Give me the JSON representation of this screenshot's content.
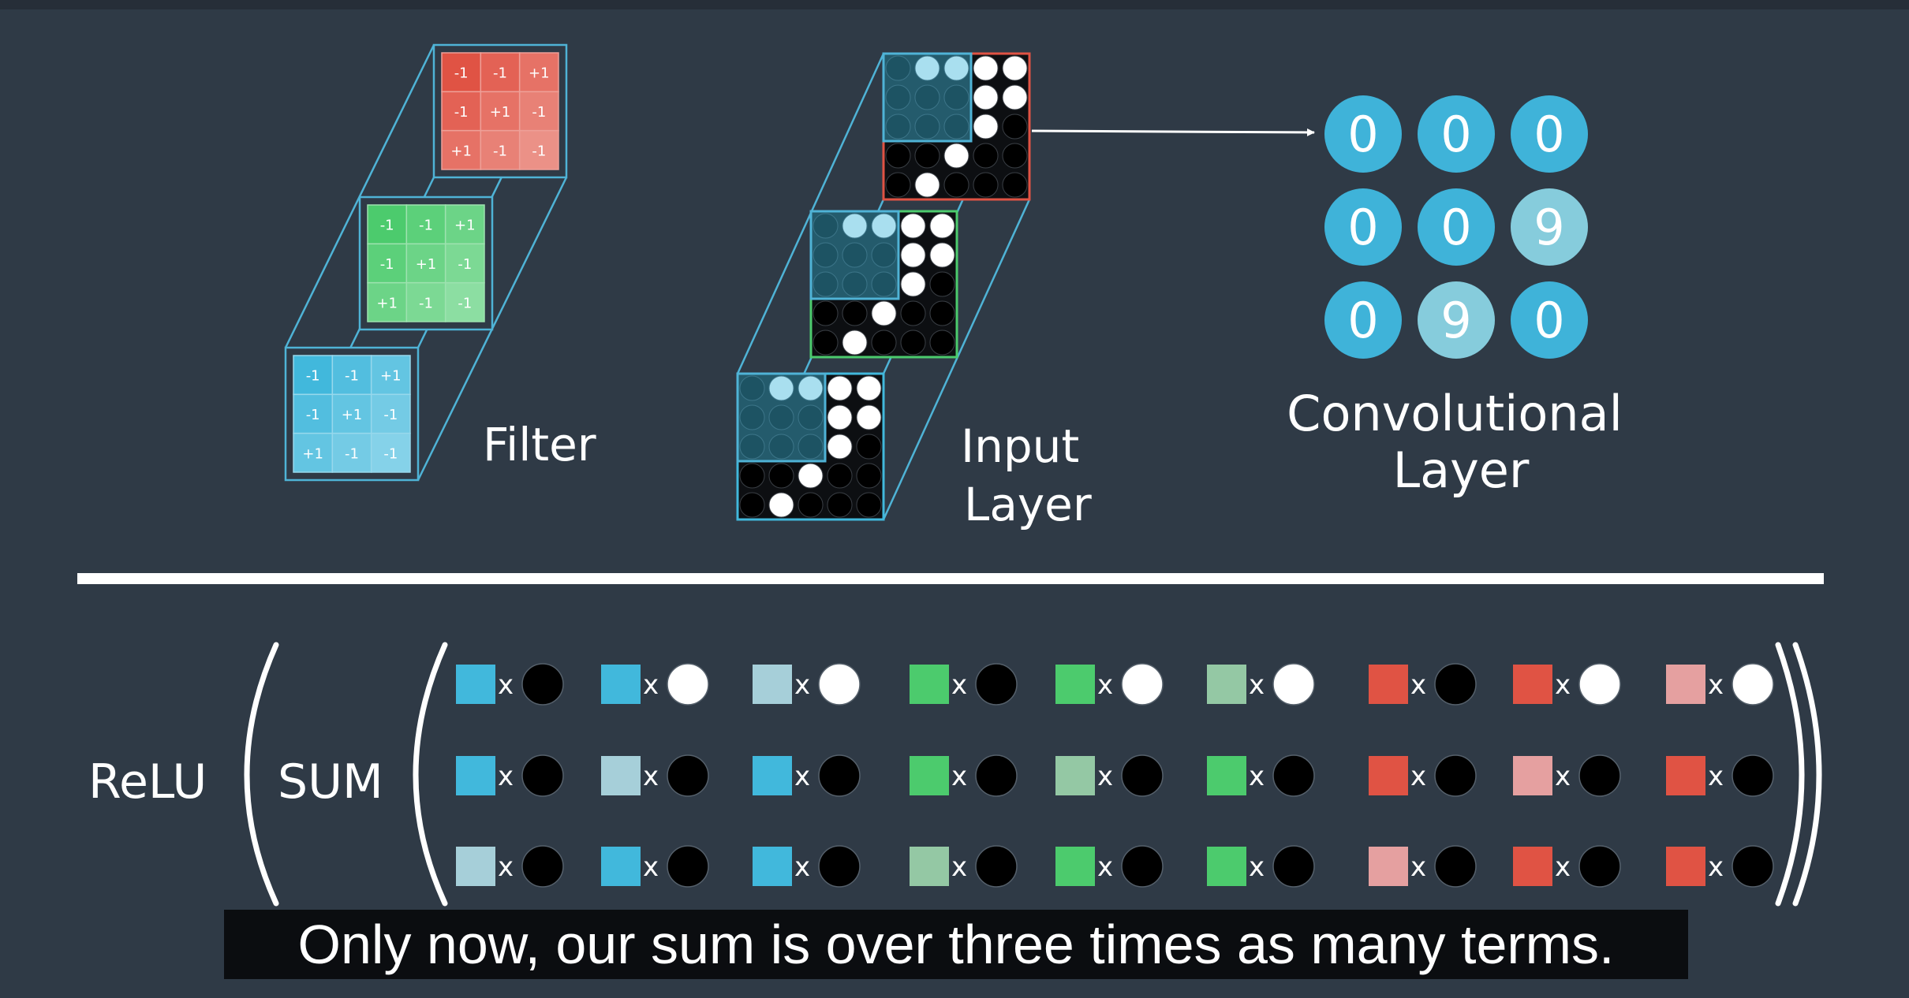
{
  "labels": {
    "filter": "Filter",
    "input_line1": "Input",
    "input_line2": "Layer",
    "conv_line1": "Convolutional",
    "conv_line2": "Layer",
    "relu": "ReLU",
    "sum": "SUM",
    "times": "x"
  },
  "caption": "Only now, our sum is over three times as many terms.",
  "colors": {
    "background": "#2f3a46",
    "blue": "#41b8dc",
    "green": "#4ccb6d",
    "red": "#e05344",
    "blue_light": "#a6cfd9",
    "green_light": "#94c8a4",
    "red_light": "#e5a0a0"
  },
  "filter": {
    "channels": [
      {
        "name": "red",
        "values": [
          [
            "-1",
            "-1",
            "+1"
          ],
          [
            "-1",
            "+1",
            "-1"
          ],
          [
            "+1",
            "-1",
            "-1"
          ]
        ]
      },
      {
        "name": "green",
        "values": [
          [
            "-1",
            "-1",
            "+1"
          ],
          [
            "-1",
            "+1",
            "-1"
          ],
          [
            "+1",
            "-1",
            "-1"
          ]
        ]
      },
      {
        "name": "blue",
        "values": [
          [
            "-1",
            "-1",
            "+1"
          ],
          [
            "-1",
            "+1",
            "-1"
          ],
          [
            "+1",
            "-1",
            "-1"
          ]
        ]
      }
    ]
  },
  "input_layer": {
    "pixels": [
      [
        0,
        1,
        1,
        1,
        1
      ],
      [
        0,
        0,
        0,
        1,
        1
      ],
      [
        0,
        0,
        0,
        1,
        0
      ],
      [
        0,
        0,
        1,
        0,
        0
      ],
      [
        0,
        1,
        0,
        0,
        0
      ]
    ]
  },
  "convolutional_layer": {
    "values": [
      [
        "0",
        "0",
        "0"
      ],
      [
        "0",
        "0",
        "9"
      ],
      [
        "0",
        "9",
        "0"
      ]
    ]
  },
  "sum_terms": {
    "rows": [
      [
        [
          "blue",
          0
        ],
        [
          "blue",
          1
        ],
        [
          "blue_light",
          1
        ],
        [
          "green",
          0
        ],
        [
          "green",
          1
        ],
        [
          "green_light",
          1
        ],
        [
          "red",
          0
        ],
        [
          "red",
          1
        ],
        [
          "red_light",
          1
        ]
      ],
      [
        [
          "blue",
          0
        ],
        [
          "blue_light",
          0
        ],
        [
          "blue",
          0
        ],
        [
          "green",
          0
        ],
        [
          "green_light",
          0
        ],
        [
          "green",
          0
        ],
        [
          "red",
          0
        ],
        [
          "red_light",
          0
        ],
        [
          "red",
          0
        ]
      ],
      [
        [
          "blue_light",
          0
        ],
        [
          "blue",
          0
        ],
        [
          "blue",
          0
        ],
        [
          "green_light",
          0
        ],
        [
          "green",
          0
        ],
        [
          "green",
          0
        ],
        [
          "red_light",
          0
        ],
        [
          "red",
          0
        ],
        [
          "red",
          0
        ]
      ]
    ]
  }
}
